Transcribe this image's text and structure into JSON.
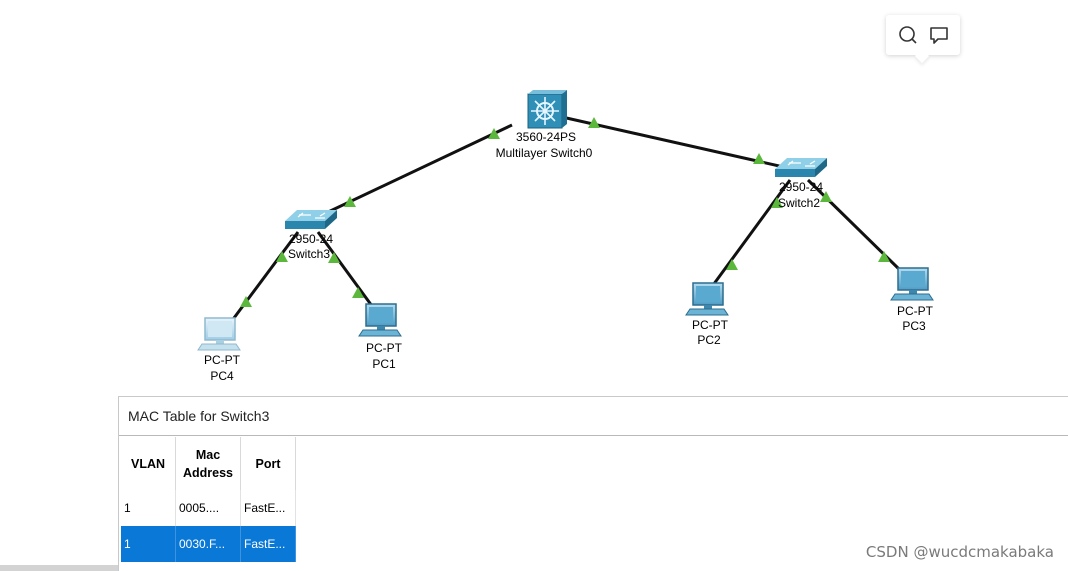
{
  "devices": [
    {
      "id": "ml0",
      "model": "3560-24PS",
      "name": "Multilayer Switch0"
    },
    {
      "id": "sw3",
      "model": "2950-24",
      "name": "Switch3"
    },
    {
      "id": "sw2",
      "model": "2950-24",
      "name": "Switch2"
    },
    {
      "id": "pc4",
      "model": "PC-PT",
      "name": "PC4"
    },
    {
      "id": "pc1",
      "model": "PC-PT",
      "name": "PC1"
    },
    {
      "id": "pc2",
      "model": "PC-PT",
      "name": "PC2"
    },
    {
      "id": "pc3",
      "model": "PC-PT",
      "name": "PC3"
    }
  ],
  "link_status_color": "#5cb83c",
  "toolbar": {
    "icons": [
      "search-icon",
      "comment-icon"
    ]
  },
  "mac_table": {
    "title": "MAC Table for Switch3",
    "headers": {
      "vlan": "VLAN",
      "mac_line1": "Mac",
      "mac_line2": "Address",
      "port": "Port"
    },
    "rows": [
      {
        "vlan": "1",
        "mac": "0005....",
        "port": "FastE...",
        "selected": false
      },
      {
        "vlan": "1",
        "mac": "0030.F...",
        "port": "FastE...",
        "selected": true
      }
    ],
    "selection_color": "#0a78d7"
  },
  "watermark": "CSDN @wucdcmakabaka"
}
